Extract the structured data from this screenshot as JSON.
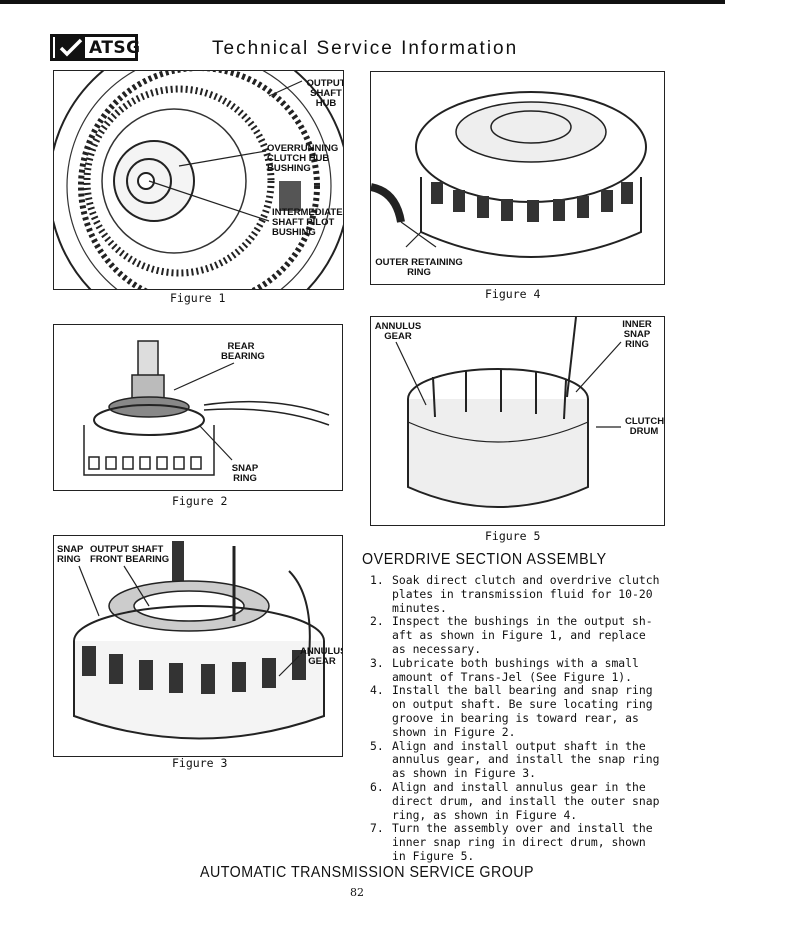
{
  "header": {
    "logo_text": "ATSG",
    "title": "Technical Service Information"
  },
  "figures": {
    "fig1": {
      "caption": "Figure 1",
      "labels": {
        "output_shaft_hub": "OUTPUT SHAFT HUB",
        "overrunning_bushing": "OVERRUNNING CLUTCH HUB BUSHING",
        "intermediate_bushing": "INTERMEDIATE SHAFT PILOT BUSHING"
      }
    },
    "fig2": {
      "caption": "Figure 2",
      "labels": {
        "rear_bearing": "REAR BEARING",
        "snap_ring": "SNAP RING"
      }
    },
    "fig3": {
      "caption": "Figure 3",
      "labels": {
        "snap_ring": "SNAP RING",
        "front_bearing": "OUTPUT SHAFT FRONT BEARING",
        "annulus_gear": "ANNULUS GEAR"
      }
    },
    "fig4": {
      "caption": "Figure 4",
      "labels": {
        "outer_retaining_ring": "OUTER RETAINING RING"
      }
    },
    "fig5": {
      "caption": "Figure 5",
      "labels": {
        "annulus_gear": "ANNULUS GEAR",
        "inner_snap_ring": "INNER SNAP RING",
        "clutch_drum": "CLUTCH DRUM"
      }
    }
  },
  "section": {
    "heading": "OVERDRIVE SECTION ASSEMBLY",
    "steps": [
      {
        "num": "1.",
        "lines": [
          "Soak direct clutch and overdrive clutch",
          "plates in transmission fluid for 10-20",
          "minutes."
        ]
      },
      {
        "num": "2.",
        "lines": [
          "Inspect the bushings in the output sh-",
          "aft as shown in Figure 1, and replace",
          "as necessary."
        ]
      },
      {
        "num": "3.",
        "lines": [
          "Lubricate both bushings with a small",
          "amount of Trans-Jel (See Figure 1)."
        ]
      },
      {
        "num": "4.",
        "lines": [
          "Install the ball bearing and snap ring",
          "on output shaft. Be sure locating ring",
          "groove in bearing is toward rear, as",
          "shown in Figure 2."
        ]
      },
      {
        "num": "5.",
        "lines": [
          "Align and install output shaft in the",
          "annulus gear, and install the snap ring",
          "as shown in Figure 3."
        ]
      },
      {
        "num": "6.",
        "lines": [
          "Align and install annulus gear in the",
          "direct drum, and install the outer snap",
          "ring, as shown in Figure 4."
        ]
      },
      {
        "num": "7.",
        "lines": [
          "Turn the assembly over and install the",
          "inner snap ring in direct drum, shown",
          "in Figure 5."
        ]
      }
    ]
  },
  "footer": {
    "title": "AUTOMATIC TRANSMISSION SERVICE GROUP",
    "page_number": "82"
  }
}
